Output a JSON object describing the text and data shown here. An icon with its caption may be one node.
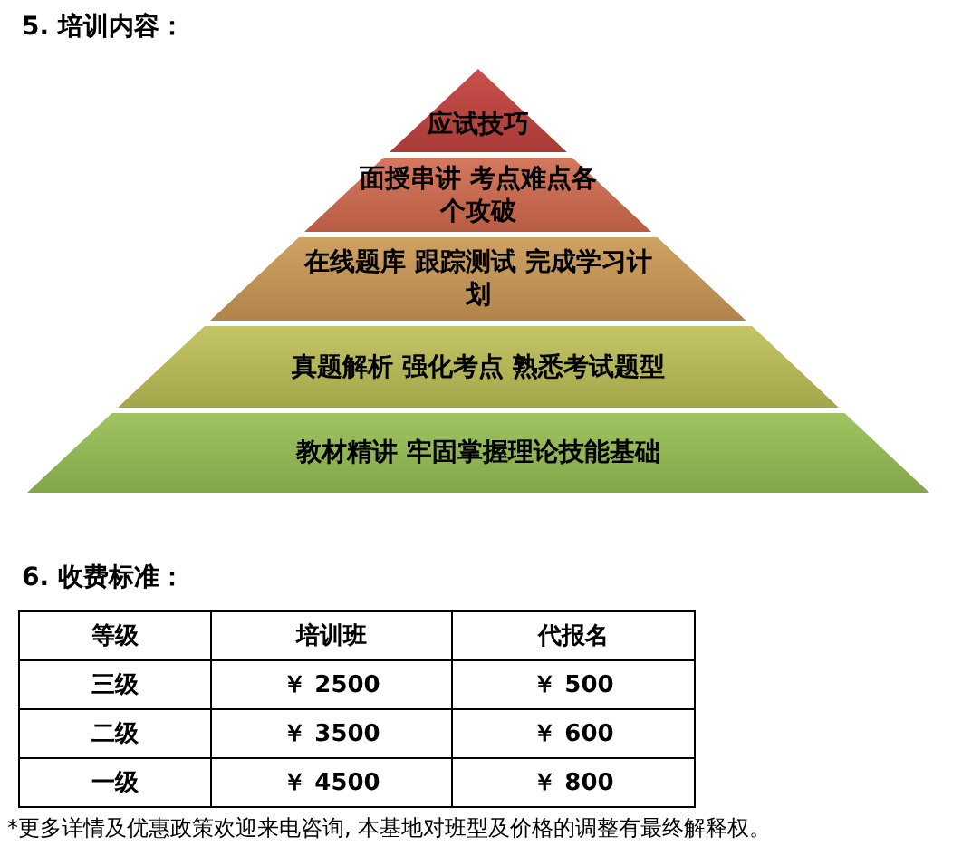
{
  "diagram": {
    "nodes": [
      {
        "text": [
          "应试技巧"
        ]
      },
      {
        "text": [
          "面授串讲 考点难点各个攻破"
        ]
      },
      {
        "text": [
          "在线题库 跟踪测试 完成学习计划"
        ]
      },
      {
        "text": [
          "真题解析 强化考点 熟悉考试题型"
        ]
      },
      {
        "text": [
          "教材精讲 牢固掌握理论技能基础"
        ]
      }
    ],
    "edges": [],
    "labels": [
      "5. 培训内容：",
      "6. 收费标准：",
      "等级",
      "培训班",
      "代报名",
      "三级",
      "￥ 2500",
      "￥ 500",
      "二级",
      "￥ 3500",
      "￥ 600",
      "一级",
      "￥ 4500",
      "￥ 800",
      "*更多详情及优惠政策欢迎来电咨询, 本基地对班型及价格的调整有最终解释权。"
    ]
  }
}
